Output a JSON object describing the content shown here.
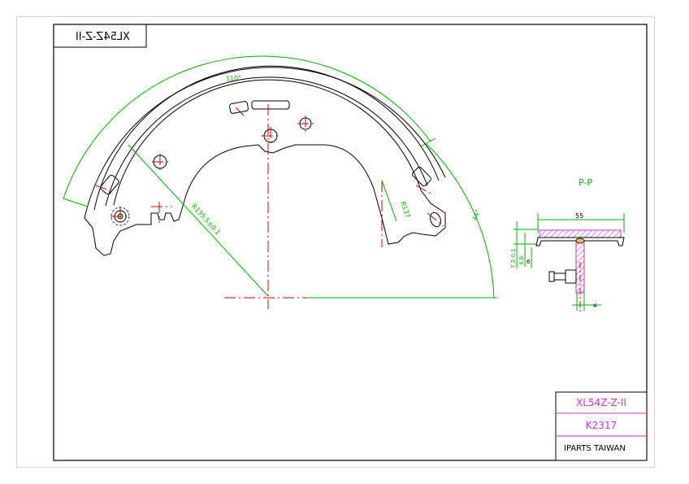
{
  "drawing": {
    "mirrored_label": "XL54Z-Z-II",
    "dims": {
      "arc_angle": "110°",
      "arc_angle_right": "44°",
      "radius": "R135.5±0.1",
      "radius_inner": "R137",
      "section_label": "P-P",
      "width": "55",
      "height_a": "7.5-0.1",
      "height_b": "4.8",
      "thickness": "6",
      "web": "4"
    }
  },
  "title_block": {
    "part_number": "XL54Z-Z-II",
    "code": "K2317",
    "company": "IPARTS TAIWAN"
  },
  "colors": {
    "outline": "#000000",
    "dimension": "#00b000",
    "centerline": "#d00000",
    "lining": "#cc33cc",
    "sheet_border": "#d6d6d6"
  }
}
